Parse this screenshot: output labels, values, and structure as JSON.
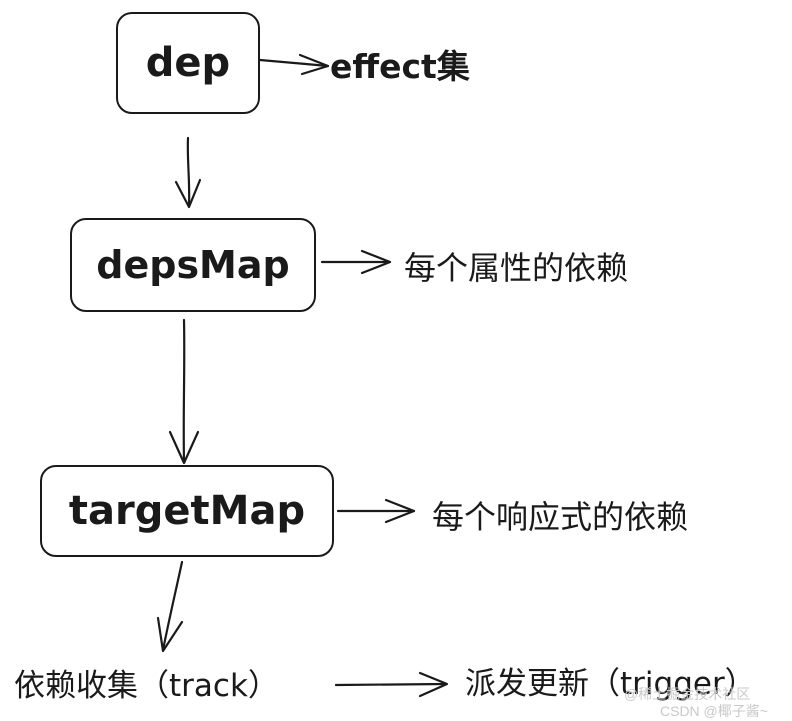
{
  "nodes": {
    "dep": "dep",
    "depsMap": "depsMap",
    "targetMap": "targetMap"
  },
  "annotations": {
    "dep": "effect集",
    "depsMap": "每个属性的依赖",
    "targetMap": "每个响应式的依赖"
  },
  "bottom": {
    "left": "依赖收集（track）",
    "right": "派发更新（trigger）"
  },
  "watermark": {
    "line1": "@稀土掘金技术社区",
    "line2": "CSDN @椰子酱~"
  }
}
